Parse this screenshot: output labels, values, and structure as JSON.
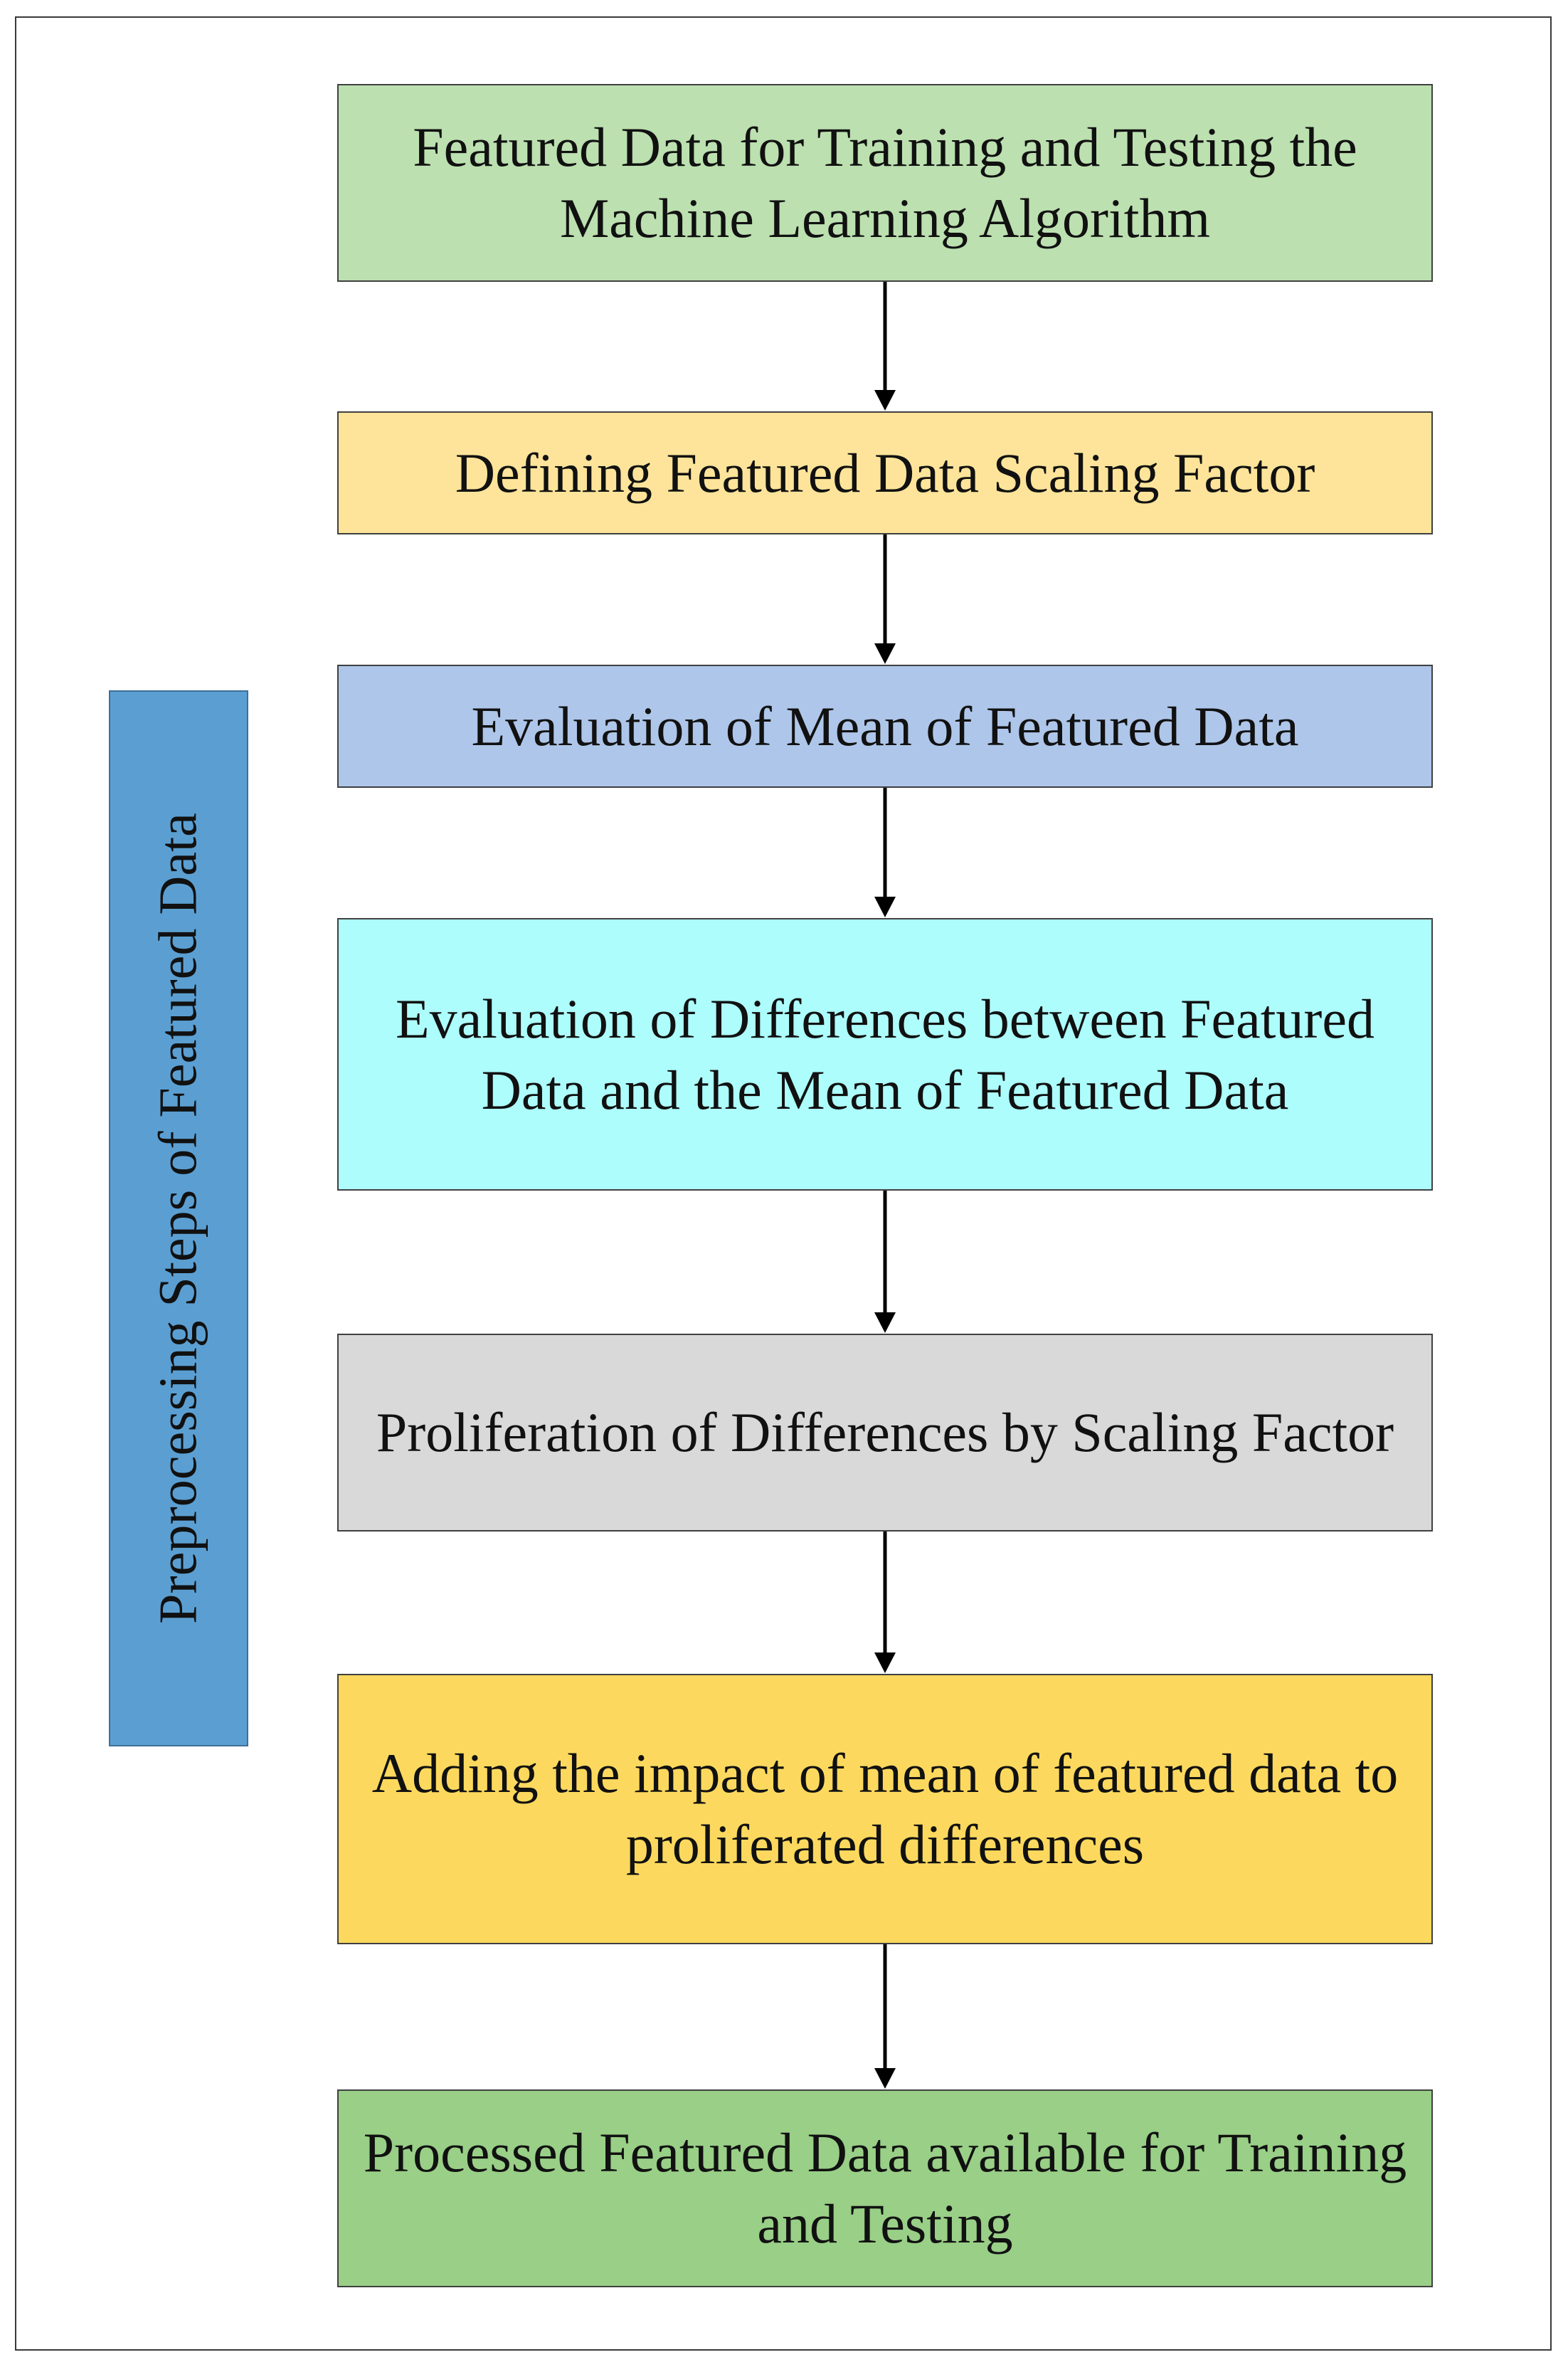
{
  "side_label": "Preprocessing Steps of Featured Data",
  "steps": [
    {
      "text": "Featured Data for Training and Testing the Machine Learning Algorithm",
      "color": "#bce0b0"
    },
    {
      "text": "Defining Featured Data Scaling Factor",
      "color": "#fde49a"
    },
    {
      "text": "Evaluation of Mean of Featured Data",
      "color": "#aec6e9"
    },
    {
      "text": "Evaluation of Differences between Featured Data and the Mean of Featured Data",
      "color": "#aefdfd"
    },
    {
      "text": "Proliferation of Differences by Scaling Factor",
      "color": "#d9d9d9"
    },
    {
      "text": "Adding the impact of mean of featured data to proliferated differences",
      "color": "#fcd95e"
    },
    {
      "text": "Processed Featured Data available for Training and Testing",
      "color": "#99cf87"
    }
  ]
}
